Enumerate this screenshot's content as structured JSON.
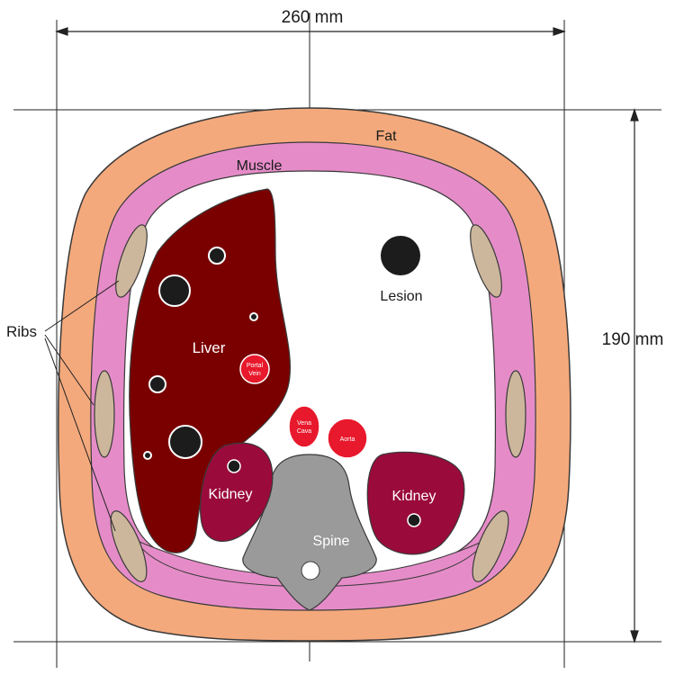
{
  "dimensions": {
    "width_label": "260 mm",
    "height_label": "190 mm"
  },
  "labels": {
    "fat": "Fat",
    "muscle": "Muscle",
    "ribs": "Ribs",
    "liver": "Liver",
    "lesion": "Lesion",
    "portal_vein_line1": "Portal",
    "portal_vein_line2": "Vein",
    "vena_cava_line1": "Vena",
    "vena_cava_line2": "Cava",
    "aorta": "Aorta",
    "kidney_left": "Kidney",
    "kidney_right": "Kidney",
    "spine": "Spine"
  },
  "colors": {
    "fat": "#f4a97c",
    "muscle": "#e58cc8",
    "rib": "#cdb79c",
    "liver": "#7a0000",
    "kidney": "#9a0a3a",
    "vessel": "#e8192c",
    "spine": "#9a9a9a",
    "lesion": "#1c1c1c",
    "outline": "#3a3a3a"
  }
}
